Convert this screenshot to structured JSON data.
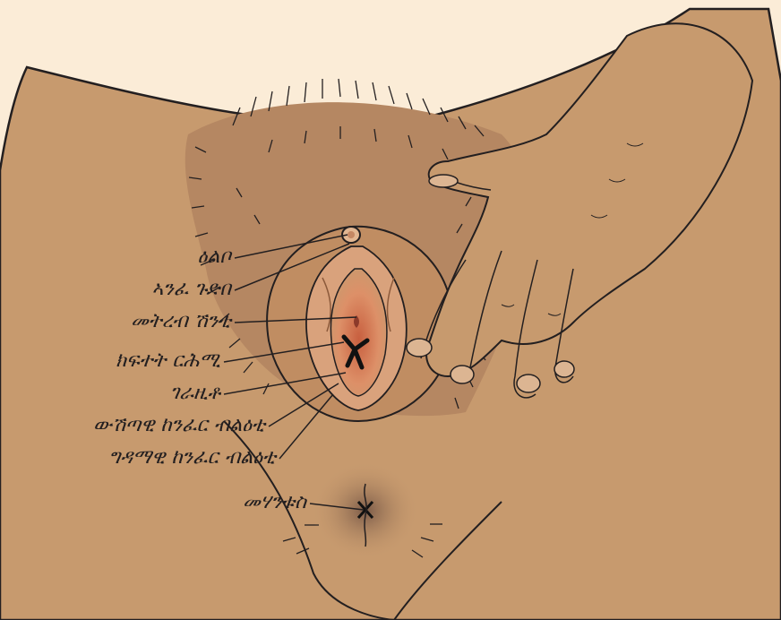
{
  "labels": [
    {
      "id": "l1",
      "text": "ዕልቦ"
    },
    {
      "id": "l2",
      "text": "ኣንፈ ጉድበ"
    },
    {
      "id": "l3",
      "text": "መትረብ ሽንቲ"
    },
    {
      "id": "l4",
      "text": "ክፍተት ርሕሚ"
    },
    {
      "id": "l5",
      "text": "ገራዚቶ"
    },
    {
      "id": "l6",
      "text": "ውሽጣዊ ከንፈር ብልዕቲ"
    },
    {
      "id": "l7",
      "text": "ግዳማዊ ከንፈር ብልዕቲ"
    },
    {
      "id": "l8",
      "text": "መሃንቱስ"
    }
  ],
  "colors": {
    "background": "#fbecd7",
    "skin": "#c79a6e",
    "skin_dark": "#a87a52",
    "inner": "#d98a64",
    "outline": "#231f20"
  }
}
